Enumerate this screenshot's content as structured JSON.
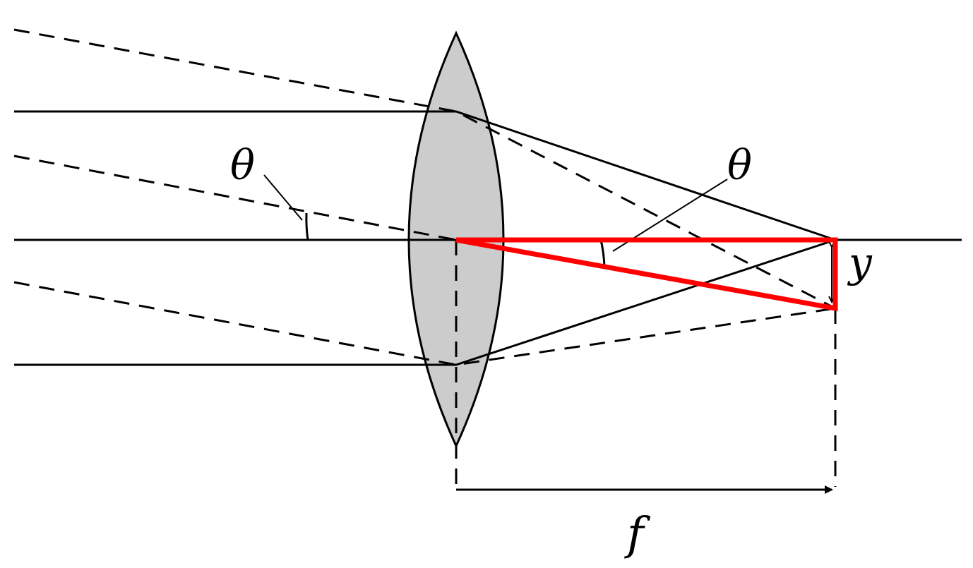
{
  "labels": {
    "theta_left": "θ",
    "theta_right": "θ",
    "y": "y",
    "f": "f"
  },
  "colors": {
    "lens_fill": "#cccccc",
    "ray": "#000000",
    "highlight_triangle": "#ff0000",
    "background": "#ffffff"
  }
}
